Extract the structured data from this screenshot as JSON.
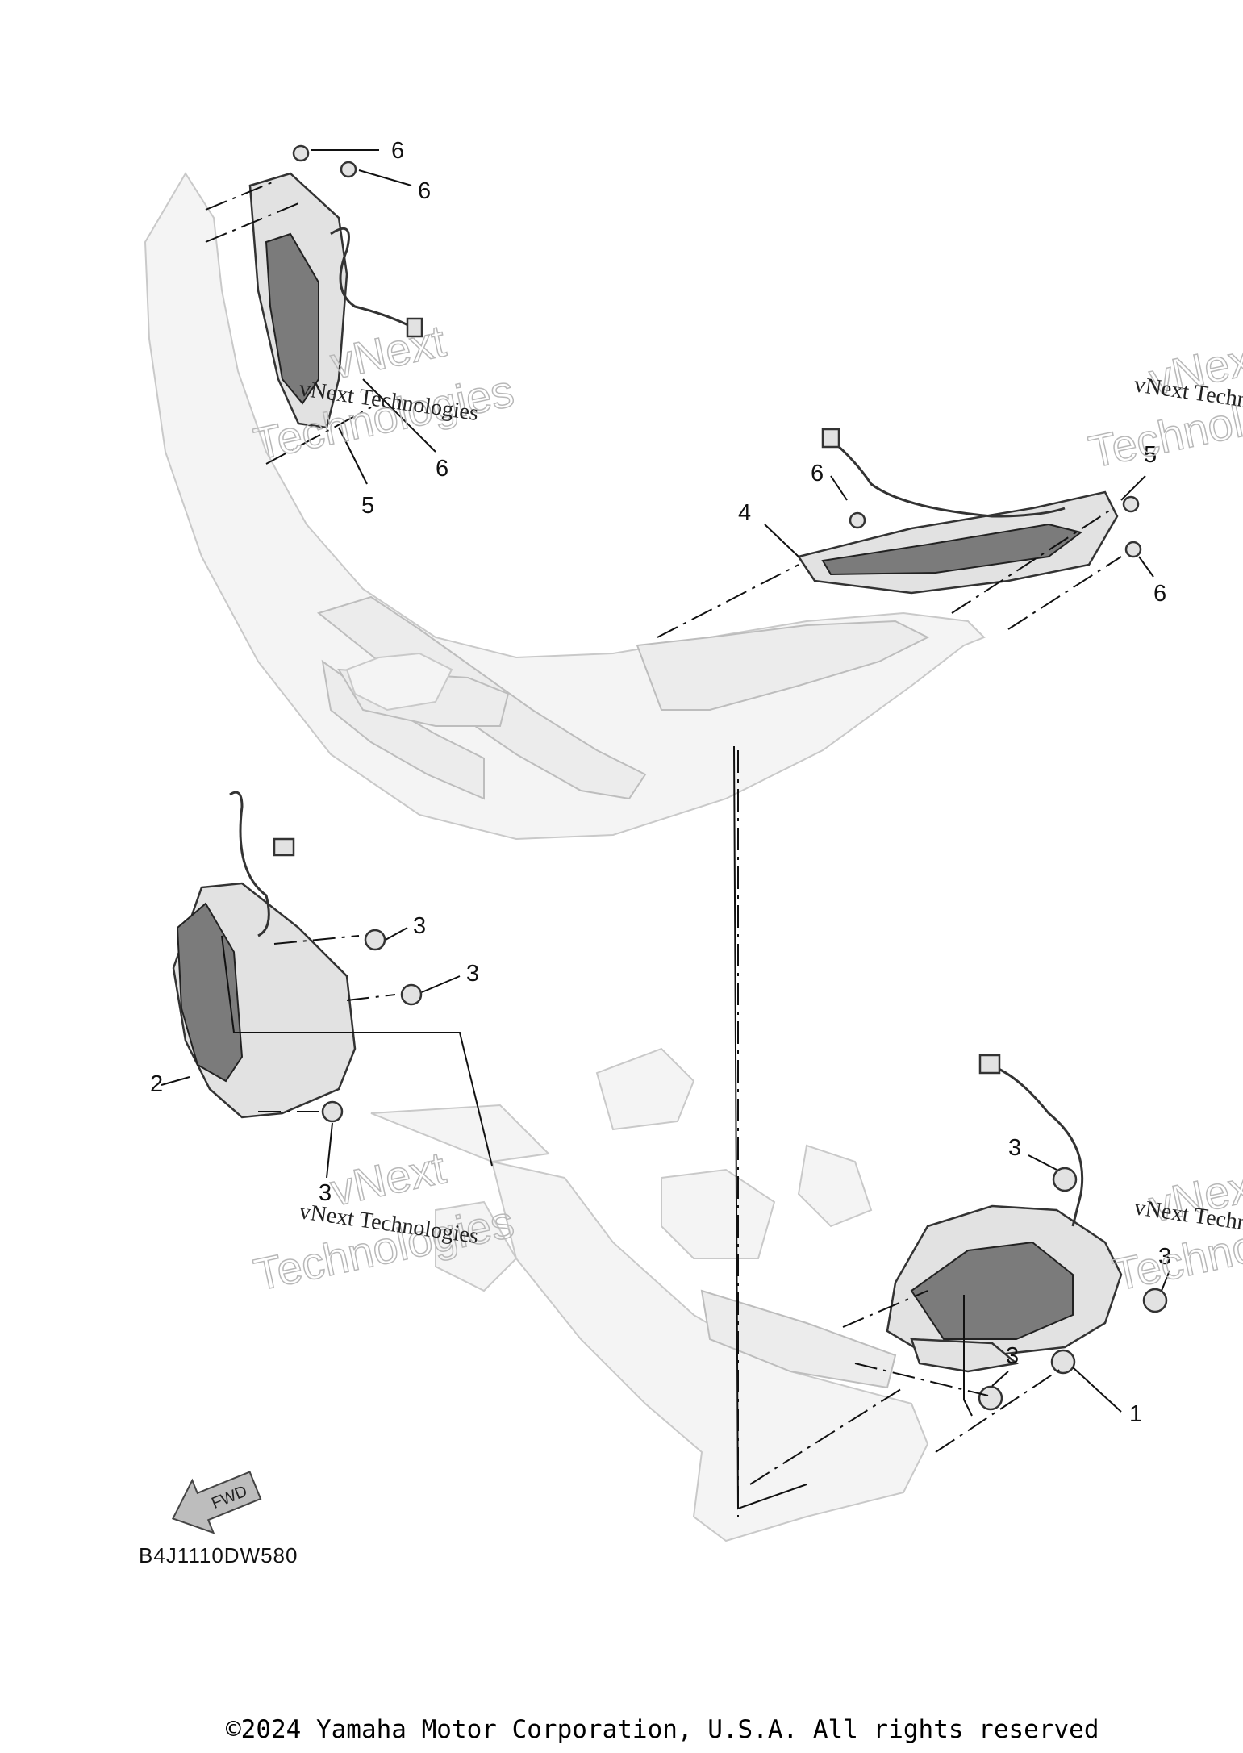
{
  "diagram": {
    "part_code": "B4J1110DW580",
    "forward_indicator": "FWD",
    "callouts": [
      {
        "id": "c6a",
        "label": "6"
      },
      {
        "id": "c6b",
        "label": "6"
      },
      {
        "id": "c6c",
        "label": "6"
      },
      {
        "id": "c5a",
        "label": "5"
      },
      {
        "id": "c6d",
        "label": "6"
      },
      {
        "id": "c4",
        "label": "4"
      },
      {
        "id": "c5b",
        "label": "5"
      },
      {
        "id": "c6e",
        "label": "6"
      },
      {
        "id": "c3a",
        "label": "3"
      },
      {
        "id": "c3b",
        "label": "3"
      },
      {
        "id": "c2",
        "label": "2"
      },
      {
        "id": "c3c",
        "label": "3"
      },
      {
        "id": "c3d",
        "label": "3"
      },
      {
        "id": "c3e",
        "label": "3"
      },
      {
        "id": "c3f",
        "label": "3"
      },
      {
        "id": "c1",
        "label": "1"
      }
    ]
  },
  "watermark": {
    "line_small": "vNext Technologies",
    "line_big_1": "vNext",
    "line_big_2": "Technologies"
  },
  "footer": {
    "copyright": "©2024 Yamaha Motor Corporation, U.S.A. All rights reserved"
  }
}
